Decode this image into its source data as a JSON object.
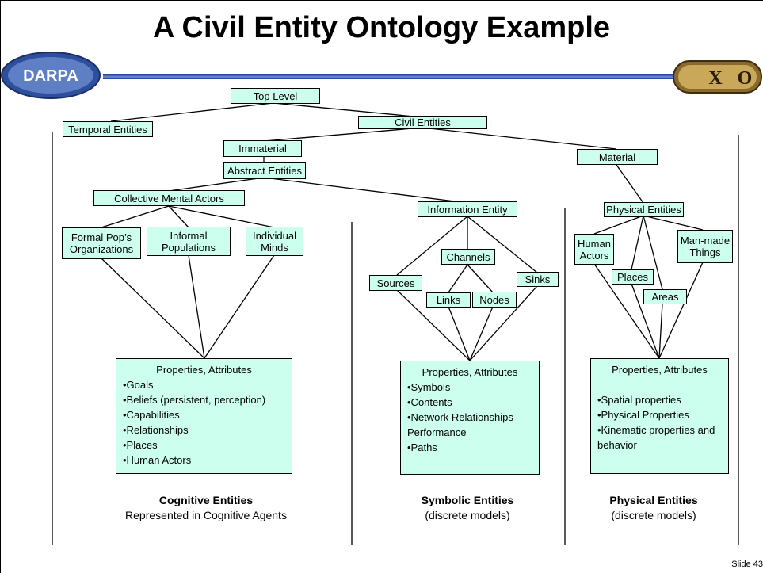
{
  "slide": {
    "title": "A Civil Entity Ontology Example",
    "slide_number": "Slide 43",
    "logos": {
      "left": "DARPA",
      "right_x": "X",
      "right_o": "O"
    }
  },
  "nodes": {
    "top_level": "Top Level",
    "temporal_entities": "Temporal Entities",
    "civil_entities": "Civil Entities",
    "immaterial": "Immaterial",
    "abstract_entities": "Abstract Entities",
    "material": "Material",
    "collective_mental_actors": "Collective Mental Actors",
    "information_entity": "Information Entity",
    "physical_entities": "Physical Entities",
    "formal_pops_line1": "Formal Pop’s",
    "formal_pops_line2": "Organizations",
    "informal_populations_line1": "Informal",
    "informal_populations_line2": "Populations",
    "individual_minds_line1": "Individual",
    "individual_minds_line2": "Minds",
    "channels": "Channels",
    "sources": "Sources",
    "sinks": "Sinks",
    "links": "Links",
    "nodes": "Nodes",
    "human_actors_line1": "Human",
    "human_actors_line2": "Actors",
    "places": "Places",
    "areas": "Areas",
    "manmade_line1": "Man-made",
    "manmade_line2": "Things"
  },
  "properties": {
    "cognitive": {
      "heading": "Properties, Attributes",
      "items": [
        "•Goals",
        "•Beliefs (persistent, perception)",
        "•Capabilities",
        "•Relationships",
        "•Places",
        "•Human Actors"
      ]
    },
    "symbolic": {
      "heading": "Properties, Attributes",
      "items": [
        "•Symbols",
        "•Contents",
        "•Network Relationships",
        "Performance",
        "•Paths"
      ]
    },
    "physical": {
      "heading": "Properties, Attributes",
      "items": [
        "•Spatial properties",
        "•Physical Properties",
        "•Kinematic properties and",
        "behavior"
      ]
    }
  },
  "captions": {
    "cognitive": {
      "title": "Cognitive Entities",
      "subtitle": "Represented in Cognitive Agents"
    },
    "symbolic": {
      "title": "Symbolic Entities",
      "subtitle": "(discrete models)"
    },
    "physical": {
      "title": "Physical Entities",
      "subtitle": "(discrete models)"
    }
  }
}
